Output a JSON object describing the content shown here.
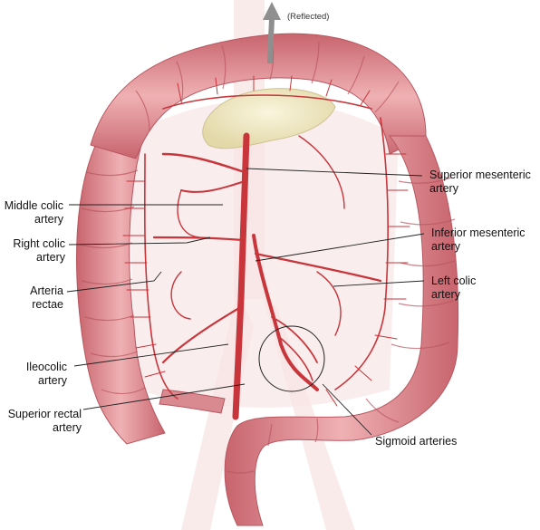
{
  "top_note": "(Reflected)",
  "labels": {
    "superior_mesenteric": [
      "Superior mesenteric",
      "artery"
    ],
    "middle_colic": [
      "Middle colic",
      "artery"
    ],
    "right_colic": [
      "Right colic",
      "artery"
    ],
    "inferior_mesenteric": [
      "Inferior mesenteric",
      "artery"
    ],
    "arteria_rectae": [
      "Arteria",
      "rectae"
    ],
    "left_colic": [
      "Left colic",
      "artery"
    ],
    "ileocolic": [
      "Ileocolic",
      "artery"
    ],
    "superior_rectal": [
      "Superior rectal",
      "artery"
    ],
    "sigmoid": [
      "Sigmoid arteries"
    ]
  },
  "colors": {
    "colon": "#d9828a",
    "colon_dark": "#b9555f",
    "artery": "#c8353b",
    "pancreas": "#f0e9c8",
    "mesentery": "#f6dcdc",
    "leader": "#222222",
    "arrow": "#8f8f8f"
  }
}
